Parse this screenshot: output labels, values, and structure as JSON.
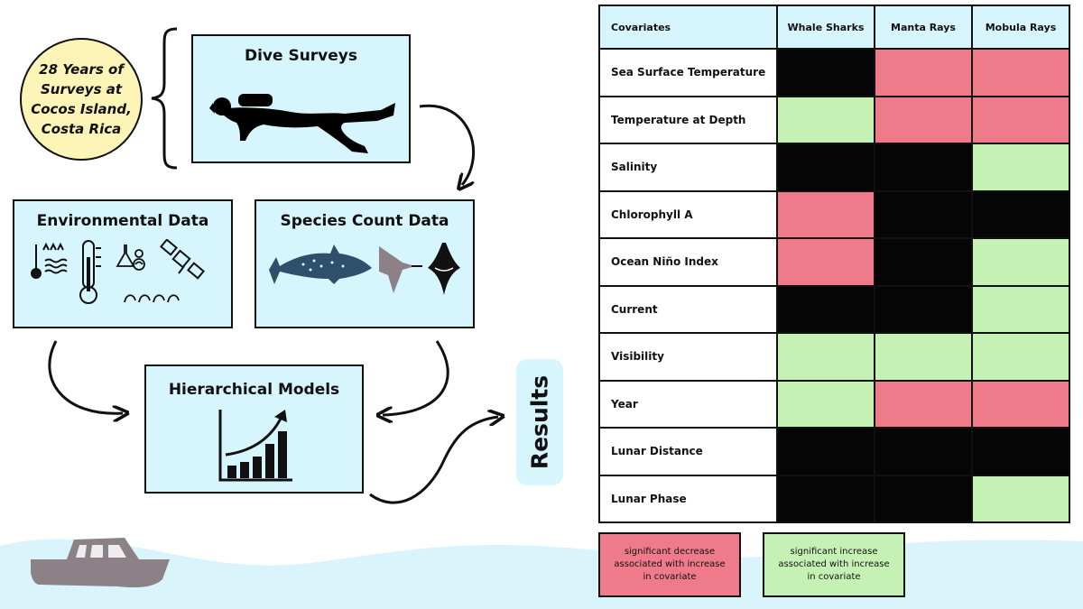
{
  "intro": {
    "line1": "28 Years of",
    "line2": "Surveys at",
    "line3": "Cocos Island,",
    "line4": "Costa Rica"
  },
  "boxes": {
    "dive": "Dive Surveys",
    "environmental": "Environmental Data",
    "species": "Species Count Data",
    "models": "Hierarchical Models"
  },
  "results_label": "Results",
  "table": {
    "header_label": "Covariates",
    "species": [
      "Whale Sharks",
      "Manta Rays",
      "Mobula Rays"
    ],
    "rows": [
      {
        "label": "Sea Surface Temperature",
        "effects": [
          "none",
          "decrease",
          "decrease"
        ]
      },
      {
        "label": "Temperature at Depth",
        "effects": [
          "increase",
          "decrease",
          "decrease"
        ]
      },
      {
        "label": "Salinity",
        "effects": [
          "none",
          "none",
          "increase"
        ]
      },
      {
        "label": "Chlorophyll A",
        "effects": [
          "decrease",
          "none",
          "none"
        ]
      },
      {
        "label": "Ocean Niño Index",
        "effects": [
          "decrease",
          "none",
          "increase"
        ]
      },
      {
        "label": "Current",
        "effects": [
          "none",
          "none",
          "increase"
        ]
      },
      {
        "label": "Visibility",
        "effects": [
          "increase",
          "increase",
          "increase"
        ]
      },
      {
        "label": "Year",
        "effects": [
          "increase",
          "decrease",
          "decrease"
        ]
      },
      {
        "label": "Lunar Distance",
        "effects": [
          "none",
          "none",
          "none"
        ]
      },
      {
        "label": "Lunar Phase",
        "effects": [
          "none",
          "none",
          "increase"
        ]
      }
    ]
  },
  "legend": {
    "decrease": {
      "line1": "significant decrease",
      "line2": "associated with increase",
      "line3": "in covariate"
    },
    "increase": {
      "line1": "significant increase",
      "line2": "associated with increase",
      "line3": "in covariate"
    }
  },
  "colors": {
    "box_fill": "#d6f5fc",
    "intro_fill": "#fdf5b8",
    "decrease": "#ef7b8a",
    "increase": "#c6f1b5",
    "not_significant": "#050505",
    "water": "#d9f4fb",
    "boat": "#8b8186",
    "whale_shark": "#2f4f6a"
  }
}
